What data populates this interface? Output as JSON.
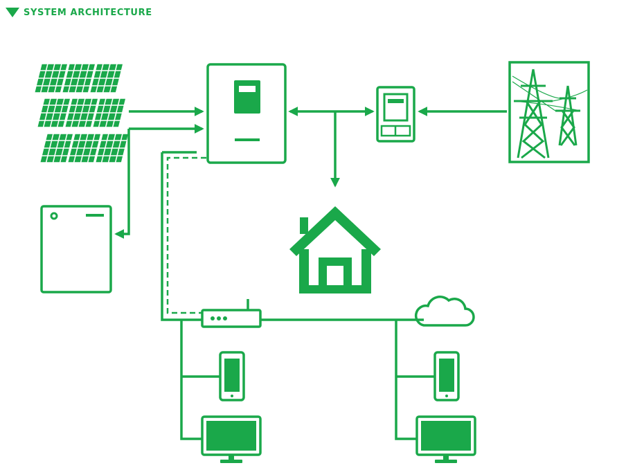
{
  "header": {
    "title": "SYSTEM ARCHITECTURE"
  },
  "colors": {
    "accent": "#1aa84a"
  },
  "nodes": [
    {
      "id": "solar-panels",
      "icon": "solar-panel-icon"
    },
    {
      "id": "inverter",
      "icon": "inverter-icon"
    },
    {
      "id": "meter",
      "icon": "energy-meter-icon"
    },
    {
      "id": "power-grid",
      "icon": "transmission-tower-icon"
    },
    {
      "id": "battery",
      "icon": "battery-icon"
    },
    {
      "id": "house",
      "icon": "house-icon"
    },
    {
      "id": "router",
      "icon": "router-icon"
    },
    {
      "id": "cloud",
      "icon": "cloud-icon"
    },
    {
      "id": "local-phone",
      "icon": "smartphone-icon"
    },
    {
      "id": "local-monitor",
      "icon": "monitor-icon"
    },
    {
      "id": "remote-phone",
      "icon": "smartphone-icon"
    },
    {
      "id": "remote-monitor",
      "icon": "monitor-icon"
    }
  ]
}
